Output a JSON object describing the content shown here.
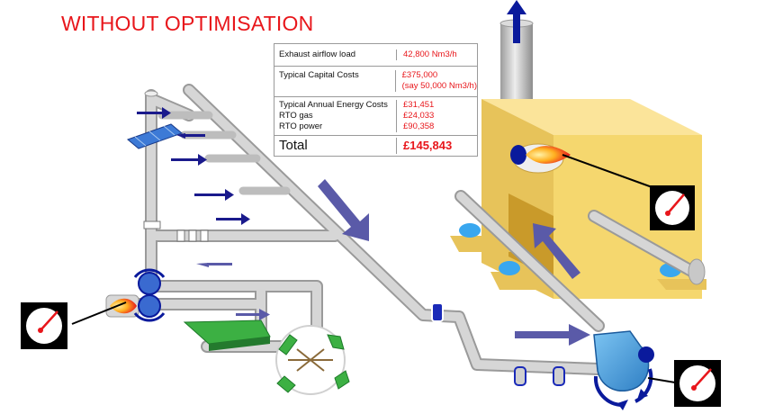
{
  "header": {
    "title": "WITHOUT OPTIMISATION"
  },
  "cost_table": {
    "rows": [
      {
        "label_lines": [
          "Exhaust airflow load"
        ],
        "value_lines": [
          "42,800 Nm3/h"
        ]
      },
      {
        "label_lines": [
          "Typical Capital Costs"
        ],
        "value_lines": [
          "£375,000",
          "(say 50,000 Nm3/h)"
        ]
      },
      {
        "label_lines": [
          "Typical Annual Energy Costs",
          "RTO gas",
          "RTO power"
        ],
        "value_lines": [
          "£31,451",
          "£24,033",
          "£90,358"
        ]
      },
      {
        "label_lines": [
          "Total"
        ],
        "value_lines": [
          "£145,843"
        ]
      }
    ]
  },
  "colors": {
    "title_text": "#e8161b",
    "value_text": "#e8161b",
    "duct": "#c2c2c2",
    "oxidiser_body": "#f5d76e",
    "arrow_dark": "#1a1a8c",
    "arrow_flow": "#5a5aa8",
    "fan": "#4aa3e0",
    "filter": "#3cb043",
    "gauge_bg": "#000000",
    "gauge_needle": "#e8161b"
  },
  "icons": [
    "exhaust-up-arrow-icon",
    "burner-flame-icon",
    "pressure-gauge-icon",
    "fan-rotation-arrow-icon",
    "flow-arrow-icon",
    "solar-panel-icon",
    "filter-bed-icon",
    "damper-valve-icon"
  ]
}
